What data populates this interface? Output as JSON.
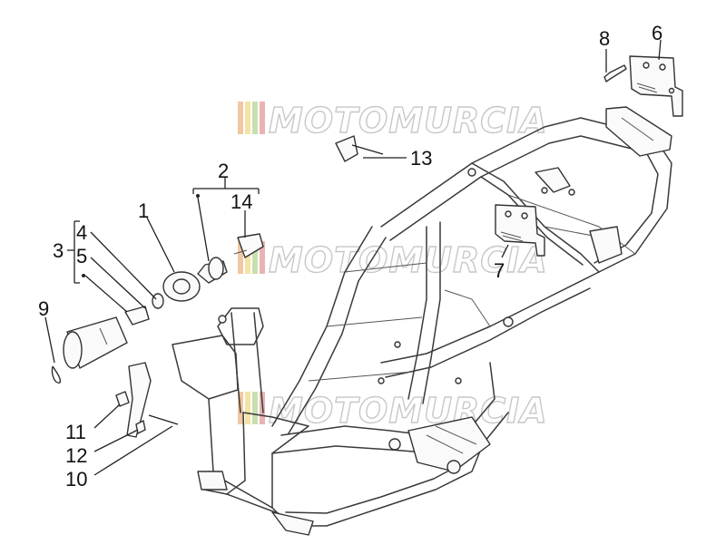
{
  "watermark": {
    "text": "MOTOMURCIA",
    "stripe_colors": [
      "#f2c7a3",
      "#f5e3a6",
      "#c9dfae",
      "#e9b3b3"
    ]
  },
  "callouts": [
    {
      "id": "1",
      "label": "1"
    },
    {
      "id": "2",
      "label": "2"
    },
    {
      "id": "3",
      "label": "3"
    },
    {
      "id": "4",
      "label": "4"
    },
    {
      "id": "5",
      "label": "5"
    },
    {
      "id": "6",
      "label": "6"
    },
    {
      "id": "7",
      "label": "7"
    },
    {
      "id": "8",
      "label": "8"
    },
    {
      "id": "9",
      "label": "9"
    },
    {
      "id": "10",
      "label": "10"
    },
    {
      "id": "11",
      "label": "11"
    },
    {
      "id": "12",
      "label": "12"
    },
    {
      "id": "13",
      "label": "13"
    },
    {
      "id": "14",
      "label": "14"
    }
  ]
}
